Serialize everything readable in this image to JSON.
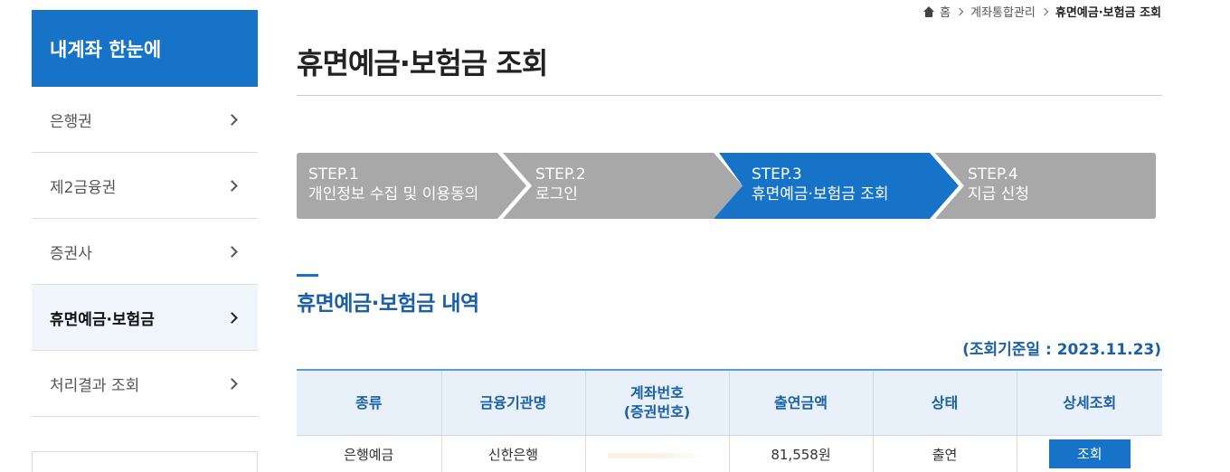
{
  "sidebar": {
    "title": "내계좌 한눈에",
    "items": [
      {
        "label": "은행권"
      },
      {
        "label": "제2금융권"
      },
      {
        "label": "증권사"
      },
      {
        "label": "휴면예금·보험금"
      },
      {
        "label": "처리결과 조회"
      }
    ],
    "active_index": 3
  },
  "breadcrumb": {
    "home": "홈",
    "level1": "계좌통합관리",
    "current": "휴면예금·보험금 조회"
  },
  "page": {
    "title": "휴면예금·보험금 조회"
  },
  "steps": [
    {
      "num": "STEP.1",
      "label": "개인정보 수집 및 이용동의",
      "active": false
    },
    {
      "num": "STEP.2",
      "label": "로그인",
      "active": false
    },
    {
      "num": "STEP.3",
      "label": "휴면예금·보험금 조회",
      "active": true
    },
    {
      "num": "STEP.4",
      "label": "지급 신청",
      "active": false
    }
  ],
  "section": {
    "title": "휴면예금·보험금 내역",
    "date_label": "(조회기준일 : 2023.11.23)"
  },
  "table": {
    "headers": [
      "종류",
      "금융기관명",
      "계좌번호\n(증권번호)",
      "출연금액",
      "상태",
      "상세조회"
    ],
    "header_line1": "계좌번호",
    "header_line2": "(증권번호)",
    "rows": [
      {
        "type": "은행예금",
        "institution": "신한은행",
        "account": "",
        "amount": "81,558원",
        "status": "출연",
        "action": "조회"
      }
    ]
  },
  "colors": {
    "accent": "#1673c8",
    "step_inactive": "#a8a8a8",
    "heading_blue": "#1a5fa8",
    "table_header_bg": "#e8f1f9"
  }
}
